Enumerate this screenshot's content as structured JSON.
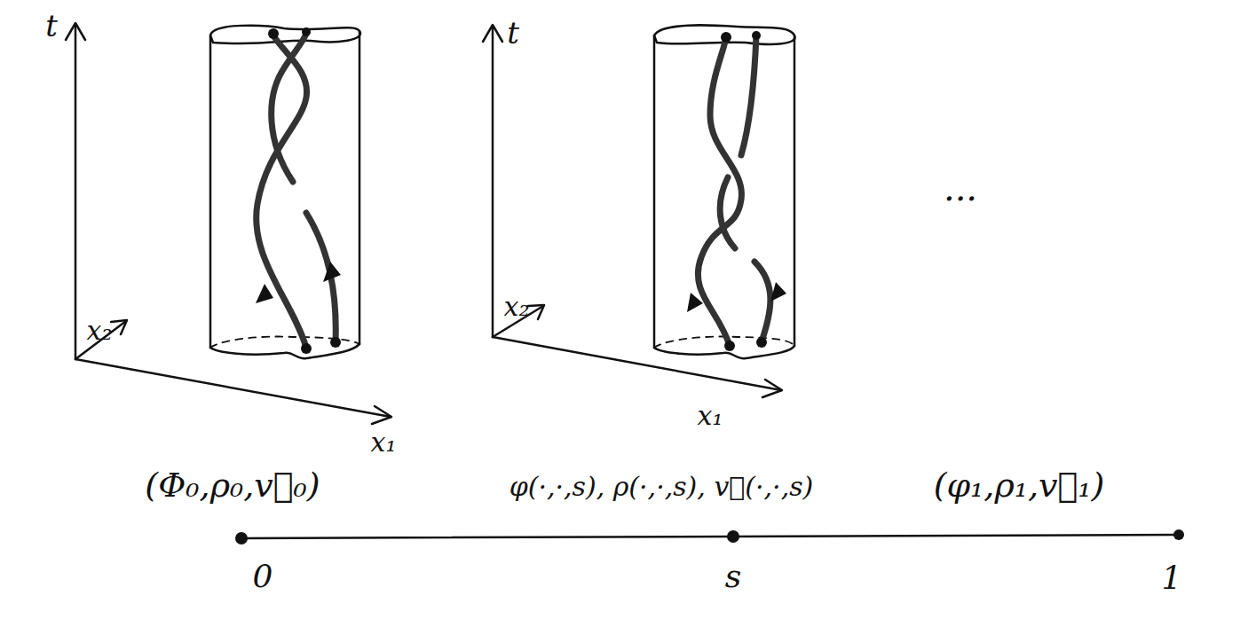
{
  "diagram": {
    "labels": [
      "t",
      "x₂",
      "x₁",
      "t",
      "x₂",
      "x₁",
      "...",
      "(Φ₀,ρ₀,v⃗₀)",
      "φ(·,·,s), ρ(·,·,s), v⃗(·,·,s)",
      "(φ₁,ρ₁,v⃗₁)",
      "0",
      "s",
      "1"
    ]
  }
}
